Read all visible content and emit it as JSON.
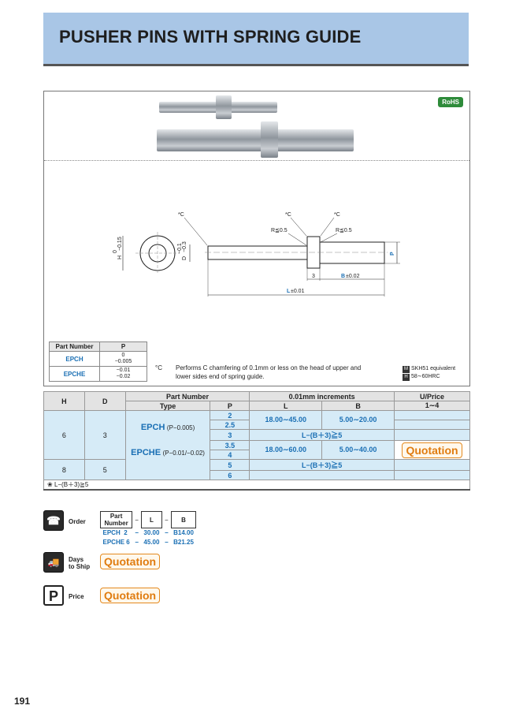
{
  "header": {
    "title": "PUSHER PINS WITH SPRING GUIDE"
  },
  "product": {
    "rohs": "RoHS",
    "drawing": {
      "c_label": "*C",
      "r_label": "R≦0.5",
      "h_label": "H",
      "h_tol_top": "0",
      "h_tol_bottom": "−0.15",
      "d_label": "D",
      "d_tol_top": "−0.1",
      "d_tol_bottom": "−0.3",
      "p_label": "P",
      "dim_3": "3",
      "b_label": "B",
      "b_tol": "±0.02",
      "l_label": "L",
      "l_tol": "±0.01"
    },
    "tolerance_table": {
      "headers": [
        "Part Number",
        "P"
      ],
      "rows": [
        {
          "part": "EPCH",
          "tol_top": "0",
          "tol_bottom": "−0.005"
        },
        {
          "part": "EPCHE",
          "tol_top": "−0.01",
          "tol_bottom": "−0.02"
        }
      ]
    },
    "note": {
      "mark": "°C",
      "text": "Performs C chamfering of 0.1mm or less on the head of upper and lower sides end of spring guide."
    },
    "material": [
      {
        "tag": "M",
        "text": "SKH51 equivalent"
      },
      {
        "tag": "H",
        "text": "58∼60HRC"
      }
    ]
  },
  "main_table": {
    "headers": {
      "h": "H",
      "d": "D",
      "part_number": "Part Number",
      "type": "Type",
      "p": "P",
      "increments": "0.01mm increments",
      "l": "L",
      "b": "B",
      "uprice": "U/Price",
      "qty": "1∼4"
    },
    "rows": [
      {
        "h": "6",
        "d": "3"
      },
      {
        "h": "8",
        "d": "5"
      }
    ],
    "types": [
      {
        "name": "EPCH",
        "tol": "(P−0.005)"
      },
      {
        "name": "EPCHE",
        "tol": "(P−0.01/−0.02)"
      }
    ],
    "p_values": [
      "2",
      "2.5",
      "3",
      "3.5",
      "4",
      "5",
      "6"
    ],
    "ranges": [
      {
        "l": "18.00∼45.00",
        "b": "5.00∼20.00",
        "cond": "L−(B＋3)≧5"
      },
      {
        "l": "18.00∼60.00",
        "b": "5.00∼40.00",
        "cond": "L−(B＋3)≧5"
      }
    ],
    "price": "Quotation",
    "footnote": "L−(B＋3)≧5"
  },
  "order": {
    "label": "Order",
    "headers": [
      "Part Number",
      "L",
      "B"
    ],
    "dash": "−",
    "examples": [
      {
        "part": "EPCH",
        "p": "2",
        "l": "30.00",
        "b": "B14.00"
      },
      {
        "part": "EPCHE",
        "p": "6",
        "l": "45.00",
        "b": "B21.25"
      }
    ]
  },
  "days_to_ship": {
    "label_1": "Days",
    "label_2": "to Ship",
    "value": "Quotation"
  },
  "price": {
    "label": "Price",
    "icon": "P",
    "value": "Quotation"
  },
  "page_number": "191"
}
